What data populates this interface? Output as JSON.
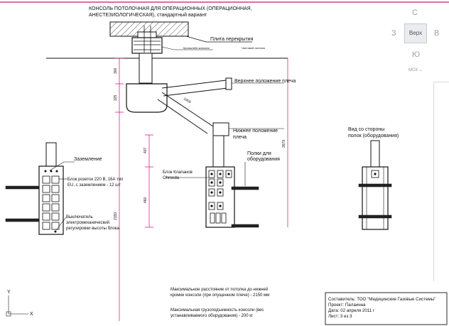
{
  "title": {
    "line1": "КОНСОЛЬ ПОТОЛОЧНАЯ ДЛЯ ОПЕРАЦИОННЫХ  (ОПЕРАЦИОННАЯ,",
    "line2": "АНЕСТЕЗИОЛОГИЧЕСКАЯ), стандартный вариант"
  },
  "labels": {
    "slab": "Плита перекрытия",
    "bracket": "Кронштейн консоли",
    "clean_ceiling": "Чистовой потолок",
    "upper_position_1": "Верхнее положение плеча",
    "lower_position_1": "Нижнее положение",
    "lower_position_2": "плеча",
    "shelves_1": "Полки для",
    "shelves_2": "оборудования",
    "valves_1": "Блок Клапанов",
    "valves_2": "Ohmeda",
    "grounding": "Заземление",
    "sockets_1": "Блок розеток 220 В, 16А тип",
    "sockets_2": "EU, с заземлением - 12 шт",
    "switch_1": "Выключатель",
    "switch_2": "электромеханический",
    "switch_3": "регулировки высоты блока",
    "side_view_1": "Вид со стороны",
    "side_view_2": "полок (оборудования)",
    "note_distance_1": "Максимальное расстояние от потолка до нижней",
    "note_distance_2": "кромки консоли (при опущенном плече) - 2150 мм",
    "note_load_1": "Максимальная грузоподъемность консоли (вес",
    "note_load_2": "устанавливаемого оборудования) - 200 кг"
  },
  "dimensions": {
    "d1": "300",
    "d2": "325",
    "d3": "407",
    "d4": "460",
    "d5": "2150",
    "d6": "2679",
    "d7": "1000"
  },
  "title_block": {
    "author": "Составитель: ТОО \"Медицинские Газовые Системы\"",
    "project": "Проект: Палаинна",
    "date": "Дата: 02 апреля 2011 г",
    "sheet": "Лист: 3 из 3"
  },
  "viewcube": {
    "north": "С",
    "west": "З",
    "east": "В",
    "south": "Ю",
    "face": "Верх",
    "wcs": "МСК"
  },
  "ucs": {
    "x": "X",
    "y": "Y"
  },
  "colors": {
    "dimension": "#e0007a",
    "top_border": "#c2187c",
    "lines": "#111111"
  }
}
